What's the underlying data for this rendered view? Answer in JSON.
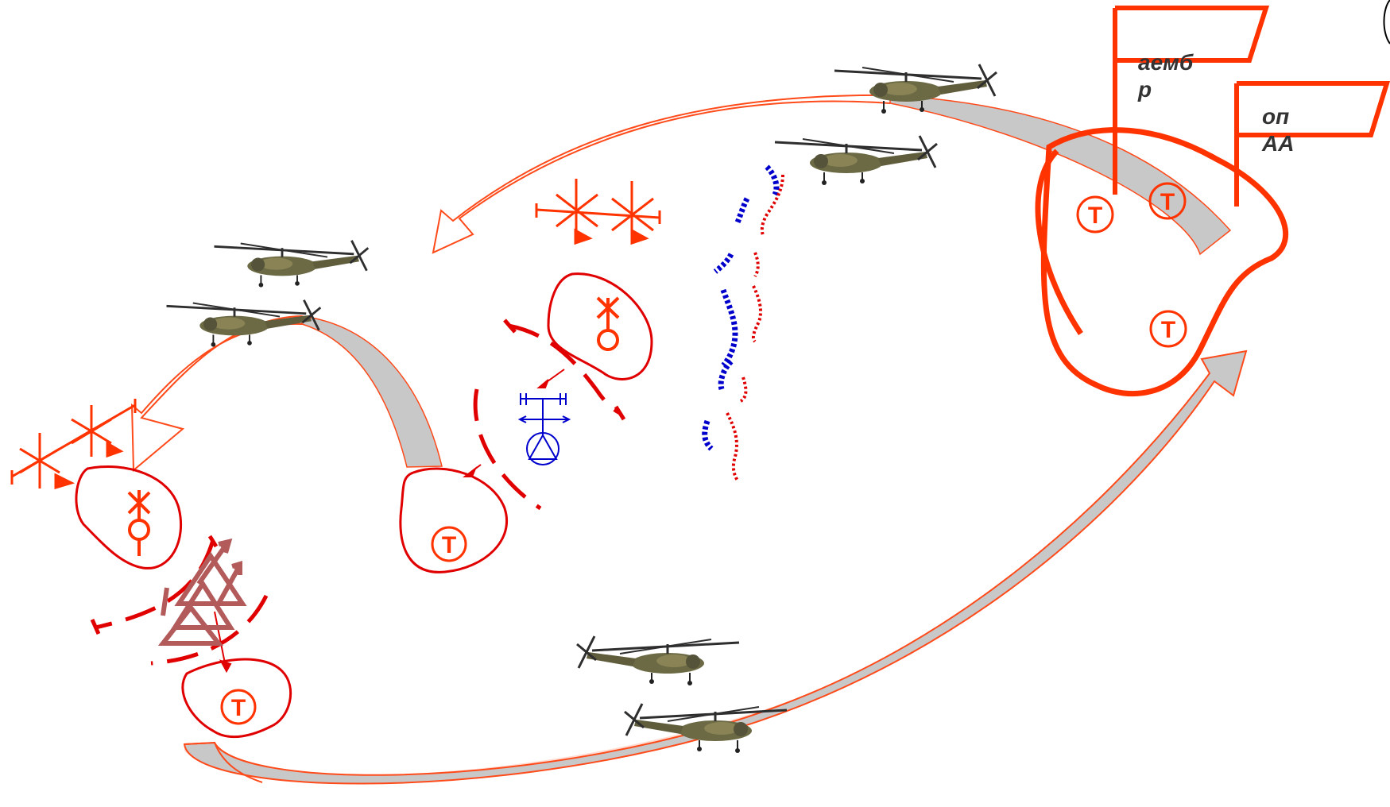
{
  "flags": [
    {
      "line1": "аемб",
      "line2": "р"
    },
    {
      "line1": "оп",
      "line2": "АА"
    }
  ],
  "symbols": {
    "t_letter": "Т"
  },
  "icons": {
    "helicopter": "helicopter-icon",
    "radar": "radar-icon",
    "command_post": "command-post-icon",
    "air_defense": "air-defense-icon"
  },
  "colors": {
    "primary_red": "#ff3300",
    "friendly_blue": "#0000cc",
    "enemy_red": "#e00000",
    "route_fill": "#c8c8c8",
    "sam_brown": "#b35a5a"
  }
}
